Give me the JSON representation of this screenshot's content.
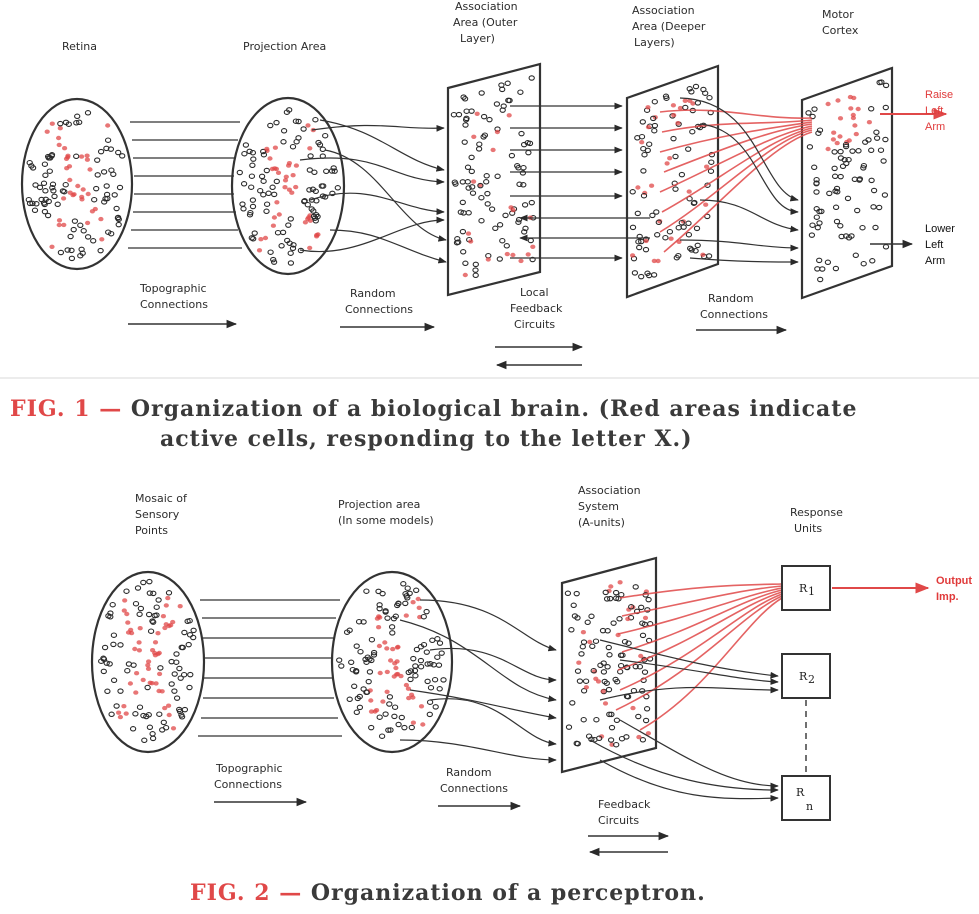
{
  "figure1": {
    "labels": {
      "retina": "Retina",
      "projection": "Projection Area",
      "assoc_outer": [
        "Association",
        "Area (Outer",
        "Layer)"
      ],
      "assoc_deeper": [
        "Association",
        "Area (Deeper",
        "Layers)"
      ],
      "motor": [
        "Motor",
        "Cortex"
      ],
      "topographic": [
        "Topographic",
        "Connections"
      ],
      "random1": [
        "Random",
        "Connections"
      ],
      "feedback": [
        "Local",
        "Feedback",
        "Circuits"
      ],
      "random2": [
        "Random",
        "Connections"
      ],
      "raise_arm": [
        "Raise",
        "Left",
        "Arm"
      ],
      "lower_arm": [
        "Lower",
        "Left",
        "Arm"
      ]
    },
    "caption": {
      "fig": "FIG. 1 —",
      "line1": "Organization of a biological brain. (Red areas indicate",
      "line2": "active cells, responding to the letter X.)"
    }
  },
  "figure2": {
    "labels": {
      "mosaic": [
        "Mosaic of",
        "Sensory",
        "Points"
      ],
      "projection": [
        "Projection area",
        "(In some models)"
      ],
      "association": [
        "Association",
        "System",
        "(A-units)"
      ],
      "response": [
        "Response",
        "Units"
      ],
      "topographic": [
        "Topographic",
        "Connections"
      ],
      "random": [
        "Random",
        "Connections"
      ],
      "feedback": [
        "Feedback",
        "Circuits"
      ],
      "output": [
        "Output",
        "Imp."
      ],
      "r1": "R",
      "r1_sub": "1",
      "r2": "R",
      "r2_sub": "2",
      "rn": "R",
      "rn_sub": "n"
    },
    "caption": {
      "fig": "FIG. 2 —",
      "line1": "Organization of a perceptron."
    }
  },
  "colors": {
    "red": "#e04848",
    "ink": "#2a2a2a"
  }
}
